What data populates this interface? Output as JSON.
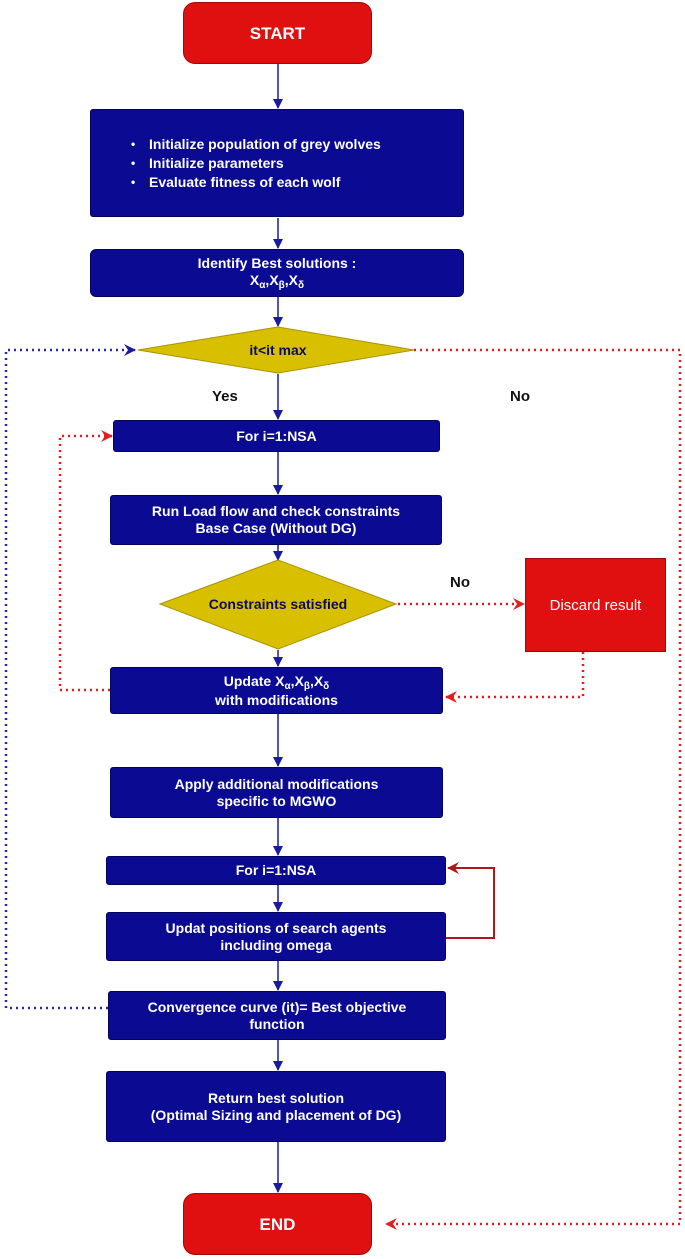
{
  "nodes": {
    "start": "START",
    "init_bullets": [
      "Initialize population of grey wolves",
      "Initialize parameters",
      "Evaluate fitness of each wolf"
    ],
    "identify": "Identify Best solutions :",
    "identify_base": "X",
    "identify_subs": [
      "α",
      "β",
      "δ"
    ],
    "cond_iter": "it<it max",
    "loop1": "For i=1:NSA",
    "loadflow_line1": "Run Load flow and check constraints",
    "loadflow_line2": "Base Case (Without DG)",
    "cond_constraints": "Constraints satisfied",
    "discard": "Discard result",
    "update_prefix": "Update X",
    "update_line2": "with modifications",
    "apply_line1": "Apply additional modifications",
    "apply_line2": "specific to MGWO",
    "loop2": "For i=1:NSA",
    "updat_line1": "Updat positions of search agents",
    "updat_line2": "including omega",
    "conv_line1": "Convergence curve (it)= Best objective",
    "conv_line2": "function",
    "return_line1": "Return best solution",
    "return_line2": "(Optimal Sizing and placement of DG)",
    "end": "END"
  },
  "labels": {
    "yes": "Yes",
    "no_iter": "No",
    "no_constraints": "No"
  },
  "colors": {
    "process": "#0a0a92",
    "terminal": "#e01010",
    "decision": "#d8c000",
    "arrow": "#1a1a9e",
    "loop_blue": "#2a2ab0",
    "loop_red": "#e02020",
    "loop_darkred": "#b01818"
  }
}
